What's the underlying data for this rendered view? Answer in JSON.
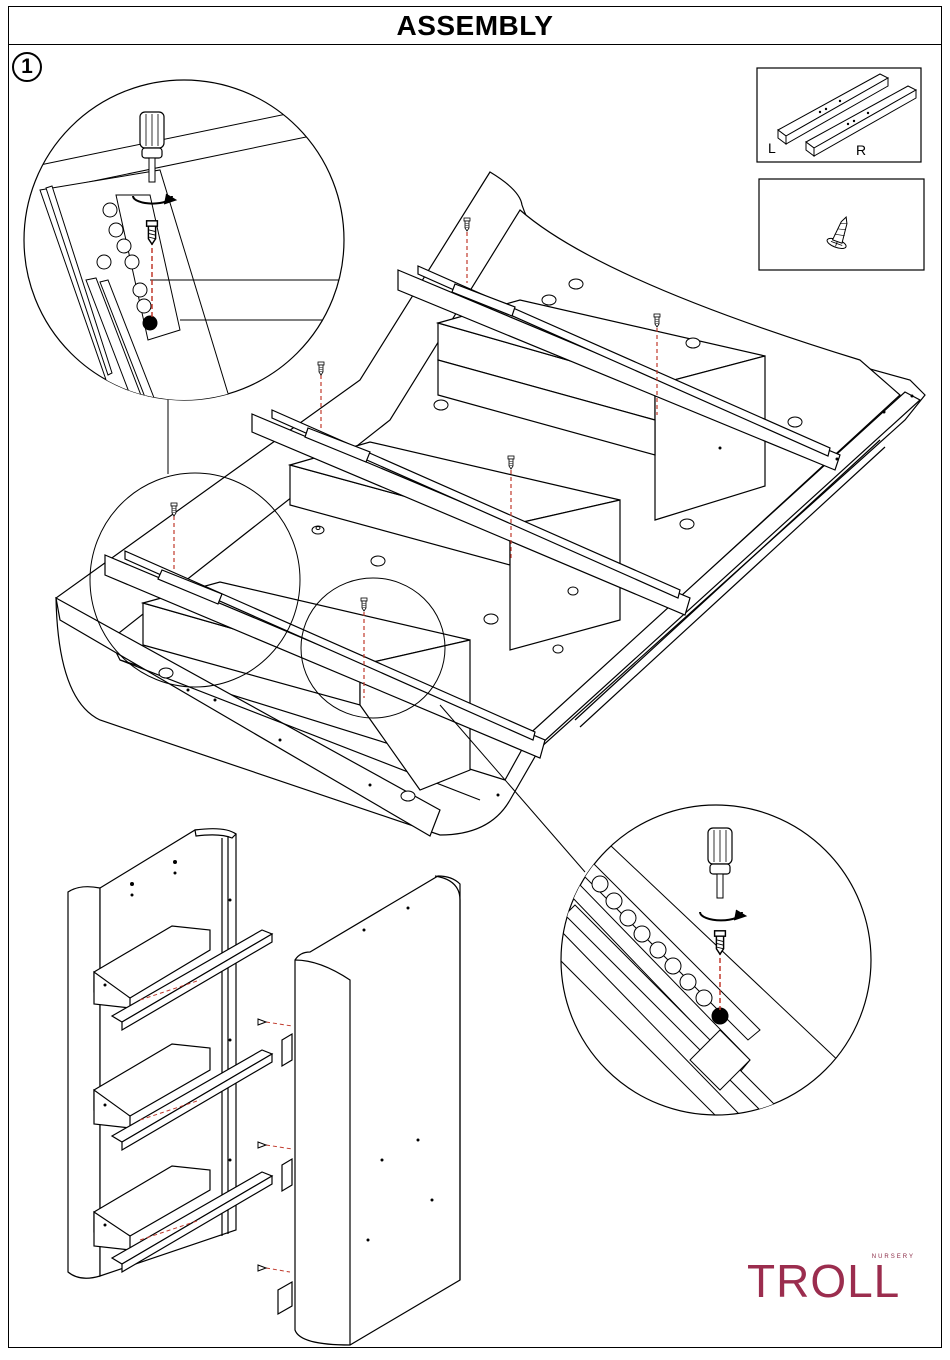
{
  "header": {
    "title": "ASSEMBLY"
  },
  "step": {
    "number": "1"
  },
  "parts": {
    "rails": {
      "left_label": "L",
      "right_label": "R"
    },
    "screw": {
      "icon": "screw-icon"
    }
  },
  "brand": {
    "name": "TROLL",
    "tagline": "NURSERY",
    "color": "#9b2d4e"
  },
  "colors": {
    "line": "#000000",
    "guide": "#c0392b"
  }
}
